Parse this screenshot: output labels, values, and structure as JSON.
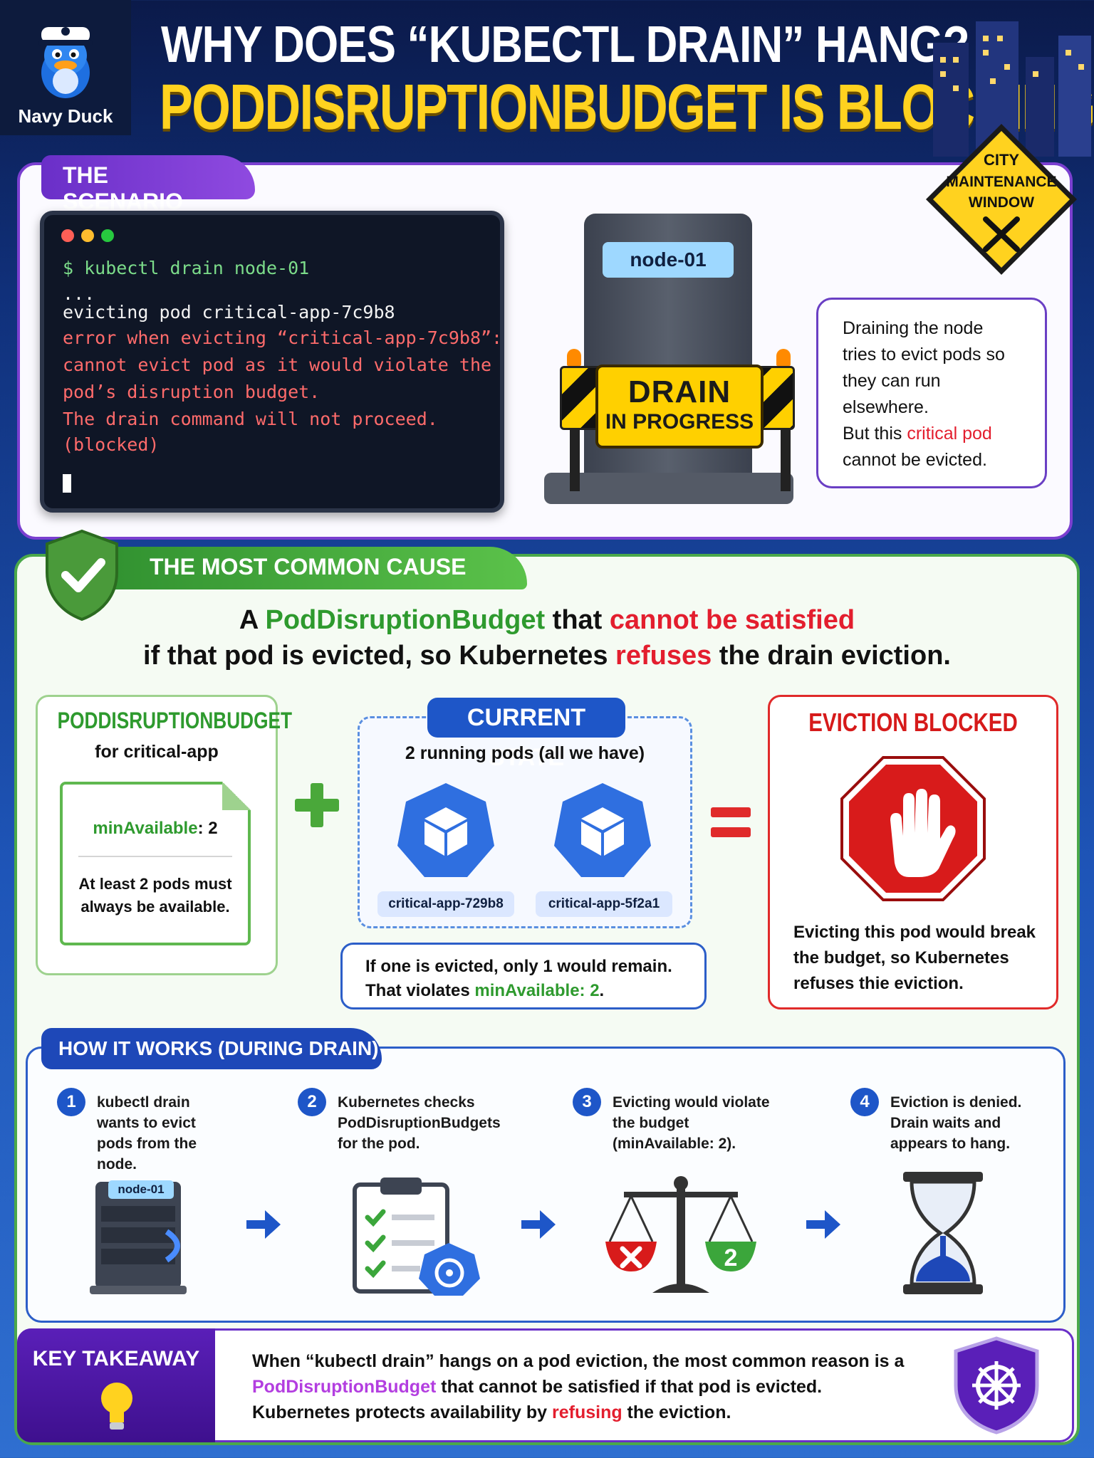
{
  "brand": {
    "name": "Navy Duck"
  },
  "header": {
    "title_line1": "WHY DOES “KUBECTL DRAIN” HANG?",
    "title_line2": "PODDISRUPTIONBUDGET IS BLOCKING!"
  },
  "warning_sign": {
    "line1": "CITY",
    "line2": "MAINTENANCE",
    "line3": "WINDOW"
  },
  "scenario": {
    "tab": "THE SCENARIO",
    "terminal_lines": [
      "$ kubectl drain node-01",
      "...",
      "evicting pod critical-app-7c9b8",
      "error when evicting “critical-app-7c9b8”:",
      "cannot evict pod as it would violate the",
      "pod’s disruption budget.",
      "The drain command will not proceed.",
      "(blocked)"
    ],
    "node_label": "node-01",
    "drain_sign_line1": "DRAIN",
    "drain_sign_line2": "IN PROGRESS",
    "speech_part1": "Draining the node tries to evict pods so they can run elsewhere.",
    "speech_part2": "But this ",
    "speech_highlight": "critical pod",
    "speech_part3": "cannot be evicted."
  },
  "cause": {
    "tab": "THE MOST COMMON CAUSE",
    "text_a": "A ",
    "text_pdb": "PodDisruptionBudget",
    "text_that": " that ",
    "text_cannot": "cannot be satisfied",
    "text_line2a": "if that pod is evicted, so Kubernetes ",
    "text_refuses": "refuses",
    "text_line2b": " the drain eviction."
  },
  "pdb_card": {
    "title": "PODDISRUPTIONBUDGET",
    "subtitle": "for critical-app",
    "min_key": "minAvailable",
    "min_value": ": 2",
    "description": "At least 2 pods must always be available."
  },
  "current_state": {
    "title": "CURRENT STATE",
    "subtitle": "2 running pods (all we have)",
    "pods": [
      "critical-app-729b8",
      "critical-app-5f2a1"
    ],
    "note_line1": "If one is evicted, only 1 would remain.",
    "note_line2a": "That violates ",
    "note_highlight": "minAvailable: 2",
    "note_line2b": "."
  },
  "blocked": {
    "title": "EVICTION BLOCKED",
    "description": "Evicting this pod would break the budget, so Kubernetes refuses thie eviction."
  },
  "how_it_works": {
    "tab": "HOW IT WORKS (DURING DRAIN)",
    "steps": [
      {
        "num": "1",
        "text": "kubectl drain wants to evict pods from the node.",
        "icon": "server-icon",
        "icon_label": "node-01"
      },
      {
        "num": "2",
        "text": "Kubernetes checks PodDisruptionBudgets for the pod.",
        "icon": "checklist-icon"
      },
      {
        "num": "3",
        "text": "Evicting would violate the budget (minAvailable: 2).",
        "icon": "scale-icon",
        "icon_label": "2"
      },
      {
        "num": "4",
        "text": "Eviction is denied. Drain waits and appears to hang.",
        "icon": "hourglass-icon"
      }
    ]
  },
  "takeaway": {
    "title": "KEY TAKEAWAY",
    "line1": "When “kubectl drain” hangs on a pod eviction, the most common reason is a",
    "pdb": "PodDisruptionBudget",
    "line2": " that cannot be satisfied if that pod is evicted.",
    "line3a": "Kubernetes protects availability by ",
    "refusing": "refusing",
    "line3b": " the eviction."
  },
  "colors": {
    "accent_yellow": "#ffd21f",
    "purple": "#7a3fd0",
    "green": "#2e9a2e",
    "red": "#e31e2e",
    "blue": "#1e56c8"
  }
}
